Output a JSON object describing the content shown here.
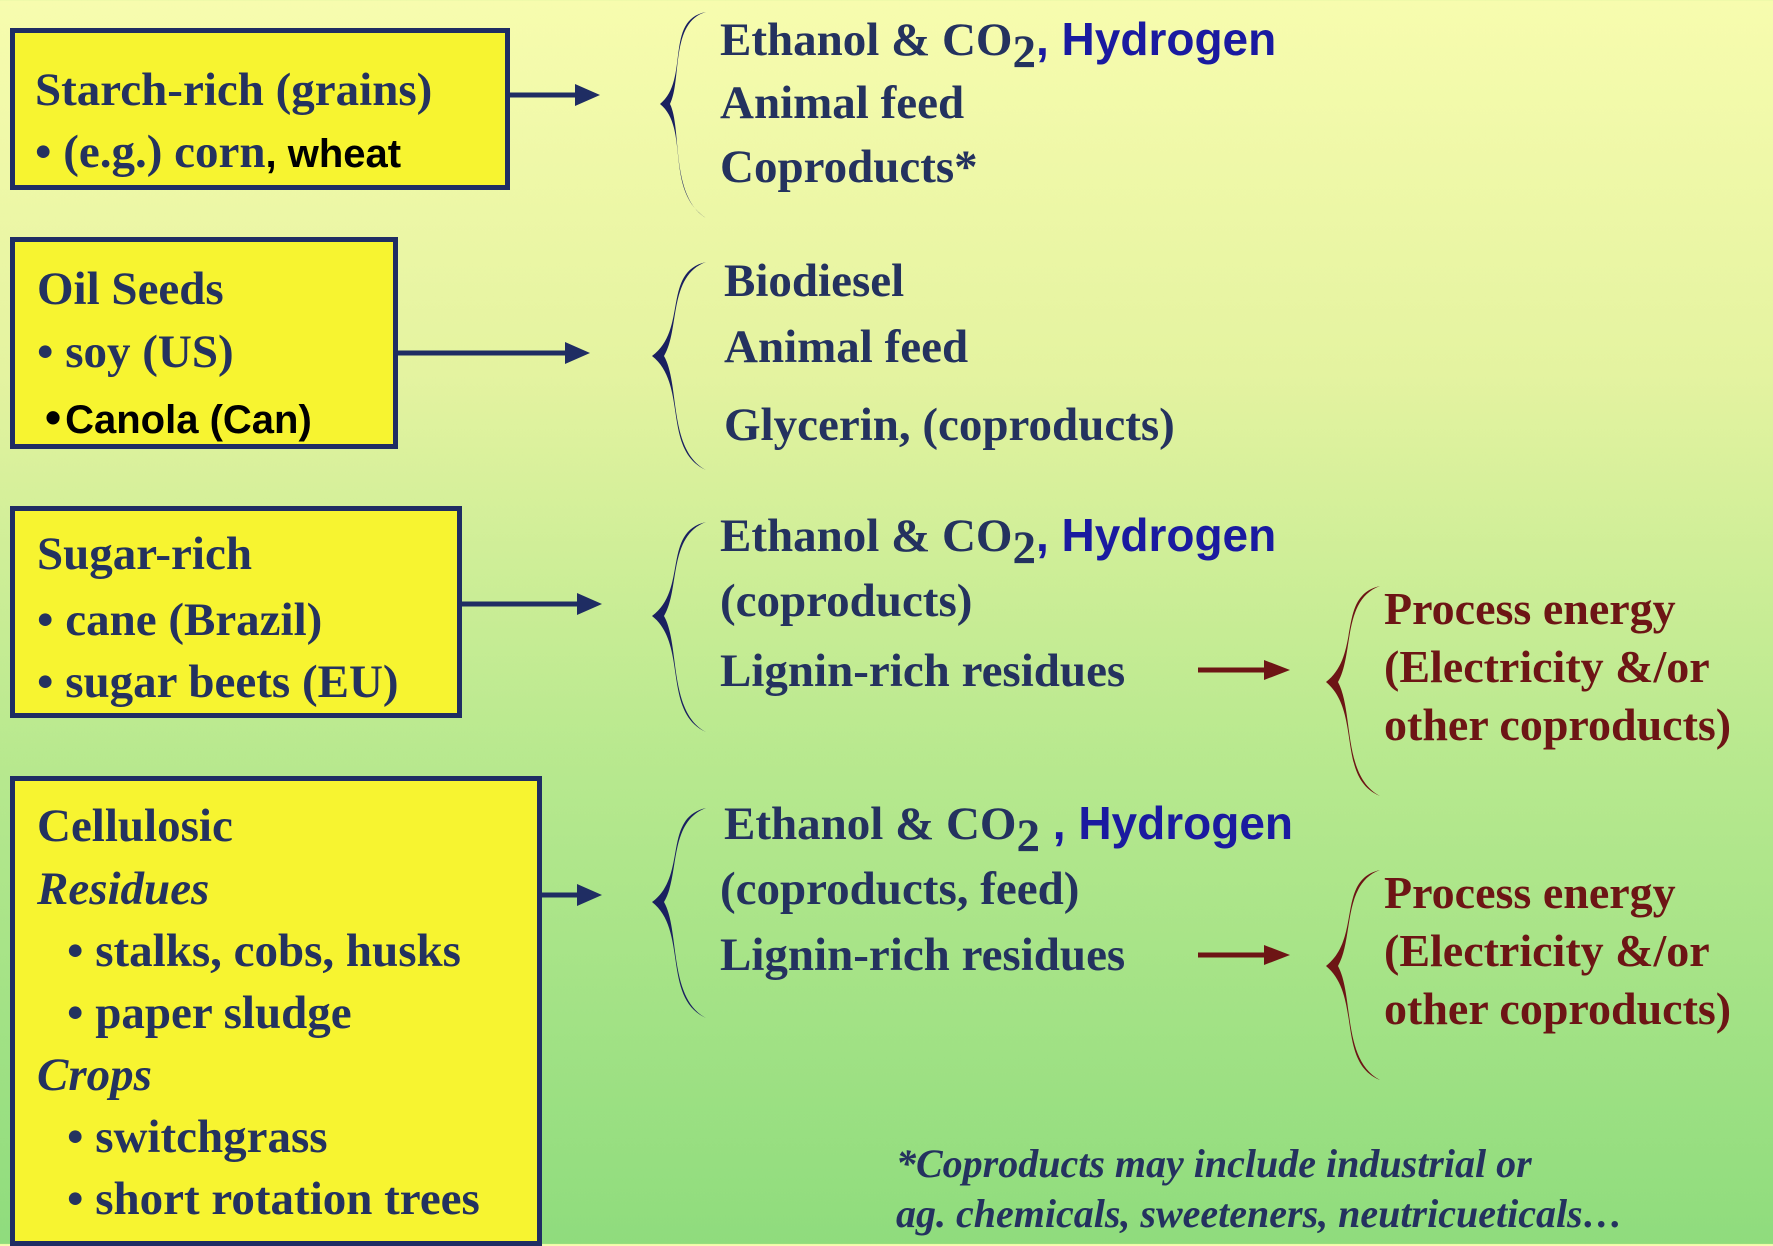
{
  "feedstocks": {
    "starch": {
      "title": "Starch-rich (grains)",
      "item_prefix": "• (e.g.) corn",
      "item_suffix": ", wheat"
    },
    "oil": {
      "title": "Oil Seeds",
      "item1": "• soy (US)",
      "item2_bullet": "•",
      "item2": "Canola (Can)"
    },
    "sugar": {
      "title": "Sugar-rich",
      "item1": "• cane (Brazil)",
      "item2": "• sugar beets (EU)"
    },
    "cellulosic": {
      "title": "Cellulosic",
      "residues_label": "Residues",
      "residue1": "• stalks, cobs, husks",
      "residue2": "• paper sludge",
      "crops_label": "Crops",
      "crop1": "• switchgrass",
      "crop2": "• short rotation trees"
    }
  },
  "products": {
    "starch": {
      "ethanol": "Ethanol & CO",
      "sub": "2",
      "hydrogen": ", Hydrogen",
      "line2": "Animal feed",
      "line3": "Coproducts*"
    },
    "oil": {
      "line1": "Biodiesel",
      "line2": "Animal feed",
      "line3": "Glycerin, (coproducts)"
    },
    "sugar": {
      "ethanol": "Ethanol & CO",
      "sub": "2",
      "hydrogen": ", Hydrogen",
      "line2": "(coproducts)",
      "line3": "Lignin-rich residues"
    },
    "cellulosic": {
      "ethanol": "Ethanol & CO",
      "sub": "2",
      "hydrogen": " , Hydrogen",
      "line2": "(coproducts, feed)",
      "line3": "Lignin-rich residues"
    }
  },
  "energy": {
    "sugar": {
      "line1": "Process energy",
      "line2": "(Electricity &/or",
      "line3": "other coproducts)"
    },
    "cellulosic": {
      "line1": "Process energy",
      "line2": "(Electricity &/or",
      "line3": "other coproducts)"
    }
  },
  "footnote": {
    "line1": "*Coproducts may include industrial or",
    "line2": "ag. chemicals, sweeteners, neutricueticals…"
  },
  "colors": {
    "box_fill": "#f7f430",
    "box_border": "#1f2d63",
    "navy": "#24325f",
    "blue": "#1a1aa0",
    "maroon": "#6d1515"
  }
}
